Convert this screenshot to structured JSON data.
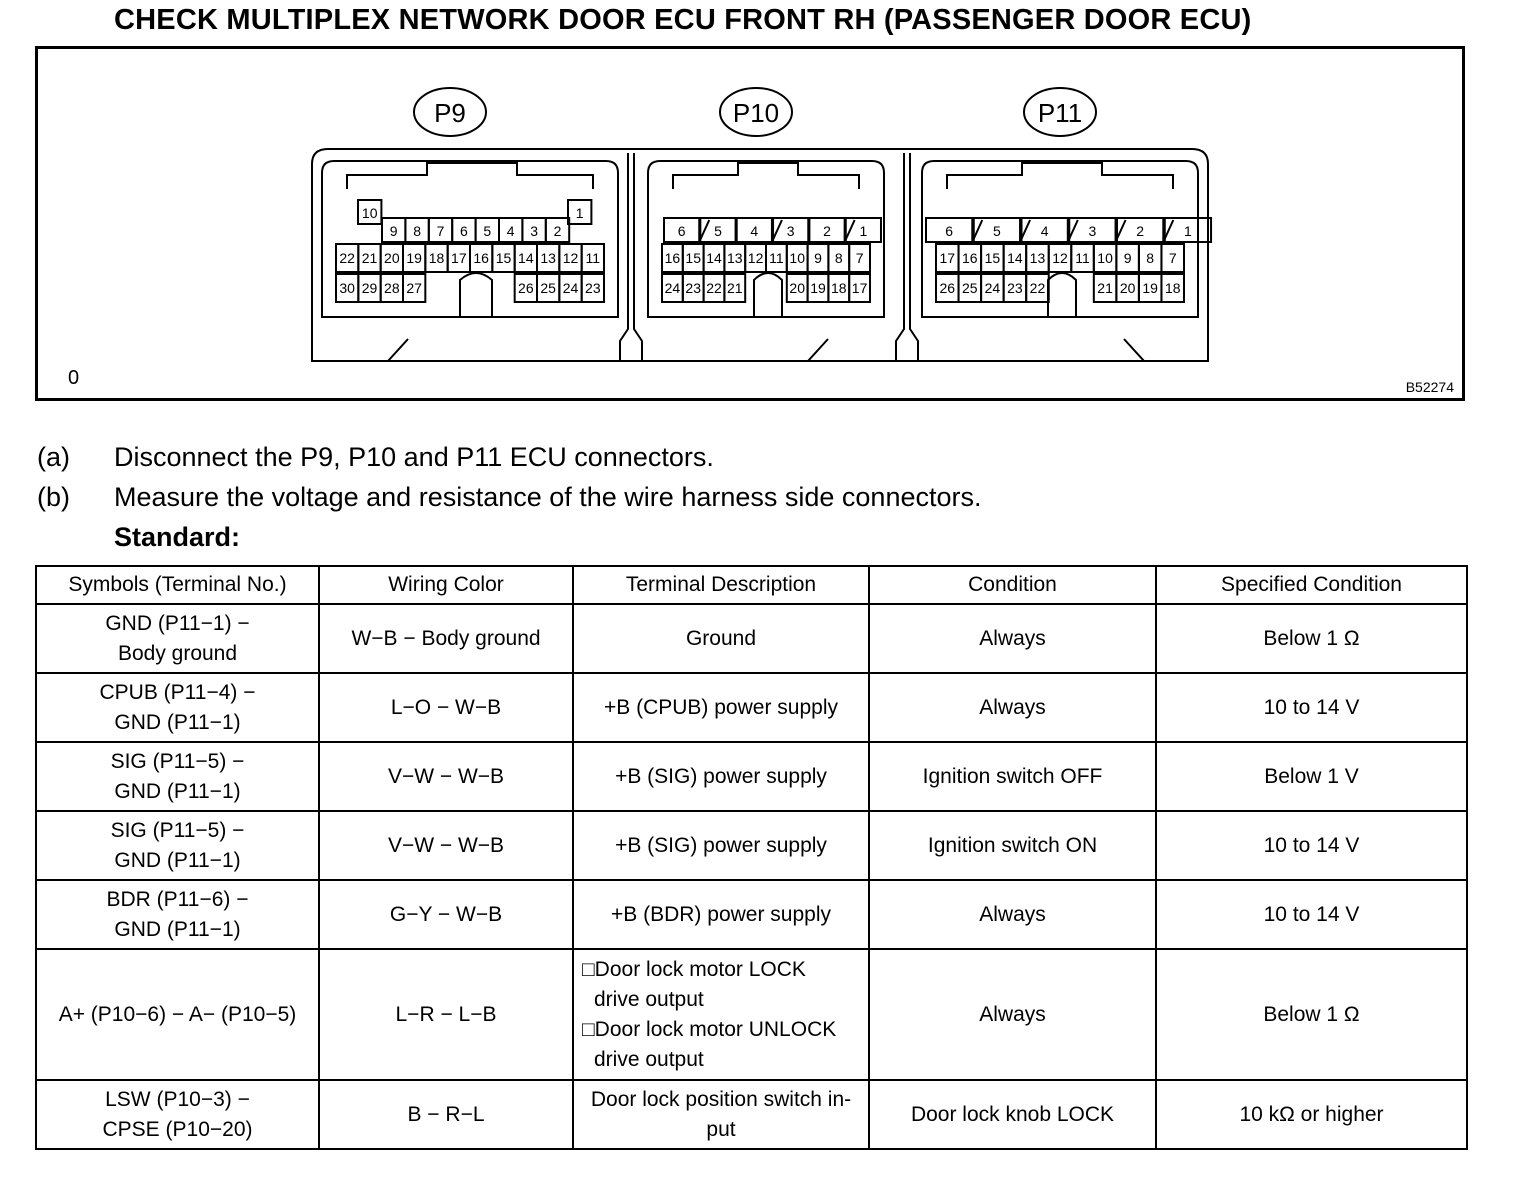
{
  "title": "CHECK MULTIPLEX NETWORK DOOR ECU FRONT RH (PASSENGER DOOR ECU)",
  "figure": {
    "connectors": [
      {
        "label": "P9",
        "top": [
          "10",
          "9",
          "8",
          "7",
          "6",
          "5",
          "4",
          "3",
          "2",
          "1"
        ],
        "mid": [
          "22",
          "21",
          "20",
          "19",
          "18",
          "17",
          "16",
          "15",
          "14",
          "13",
          "12",
          "11"
        ],
        "bot_left": [
          "30",
          "29",
          "28",
          "27"
        ],
        "bot_right": [
          "26",
          "25",
          "24",
          "23"
        ]
      },
      {
        "label": "P10",
        "top": [
          "6",
          "5",
          "4",
          "3",
          "2",
          "1"
        ],
        "mid": [
          "16",
          "15",
          "14",
          "13",
          "12",
          "11",
          "10",
          "9",
          "8",
          "7"
        ],
        "bot_left": [
          "24",
          "23",
          "22",
          "21"
        ],
        "bot_right": [
          "20",
          "19",
          "18",
          "17"
        ]
      },
      {
        "label": "P11",
        "top": [
          "6",
          "5",
          "4",
          "3",
          "2",
          "1"
        ],
        "mid": [
          "17",
          "16",
          "15",
          "14",
          "13",
          "12",
          "11",
          "10",
          "9",
          "8",
          "7"
        ],
        "bot_left": [
          "26",
          "25",
          "24",
          "23",
          "22"
        ],
        "bot_right": [
          "21",
          "20",
          "19",
          "18"
        ]
      }
    ],
    "corner_mark": "0",
    "code": "B52274"
  },
  "steps": [
    {
      "label": "(a)",
      "text": "Disconnect the P9, P10 and P11 ECU connectors."
    },
    {
      "label": "(b)",
      "text": "Measure the voltage and resistance of the wire harness side connectors."
    }
  ],
  "standard_label": "Standard:",
  "table": {
    "headers": [
      "Symbols (Terminal No.)",
      "Wiring Color",
      "Terminal Description",
      "Condition",
      "Specified Condition"
    ],
    "rows": [
      {
        "symbols": [
          "GND (P11−1) −",
          "Body ground"
        ],
        "wiring": "W−B − Body ground",
        "desc": [
          "Ground"
        ],
        "cond": "Always",
        "spec": "Below 1 Ω"
      },
      {
        "symbols": [
          "CPUB (P11−4) −",
          "GND (P11−1)"
        ],
        "wiring": "L−O − W−B",
        "desc": [
          "+B (CPUB) power supply"
        ],
        "cond": "Always",
        "spec": "10 to 14 V"
      },
      {
        "symbols": [
          "SIG (P11−5) −",
          "GND (P11−1)"
        ],
        "wiring": "V−W − W−B",
        "desc": [
          "+B (SIG) power supply"
        ],
        "cond": "Ignition switch OFF",
        "spec": "Below 1 V"
      },
      {
        "symbols": [
          "SIG (P11−5) −",
          "GND (P11−1)"
        ],
        "wiring": "V−W − W−B",
        "desc": [
          "+B (SIG) power supply"
        ],
        "cond": "Ignition switch ON",
        "spec": "10 to 14 V"
      },
      {
        "symbols": [
          "BDR (P11−6) −",
          "GND (P11−1)"
        ],
        "wiring": "G−Y − W−B",
        "desc": [
          "+B (BDR) power supply"
        ],
        "cond": "Always",
        "spec": "10 to 14 V"
      },
      {
        "symbols": [
          "A+ (P10−6) − A− (P10−5)"
        ],
        "wiring": "L−R − L−B",
        "desc_list": [
          "□Door lock motor LOCK",
          "drive output",
          "□Door lock motor UNLOCK",
          "drive output"
        ],
        "cond": "Always",
        "spec": "Below 1 Ω"
      },
      {
        "symbols": [
          "LSW (P10−3) −",
          "CPSE (P10−20)"
        ],
        "wiring": "B − R−L",
        "desc": [
          "Door lock position switch in-",
          "put"
        ],
        "cond": "Door lock knob LOCK",
        "spec": "10 kΩ or higher"
      }
    ]
  }
}
